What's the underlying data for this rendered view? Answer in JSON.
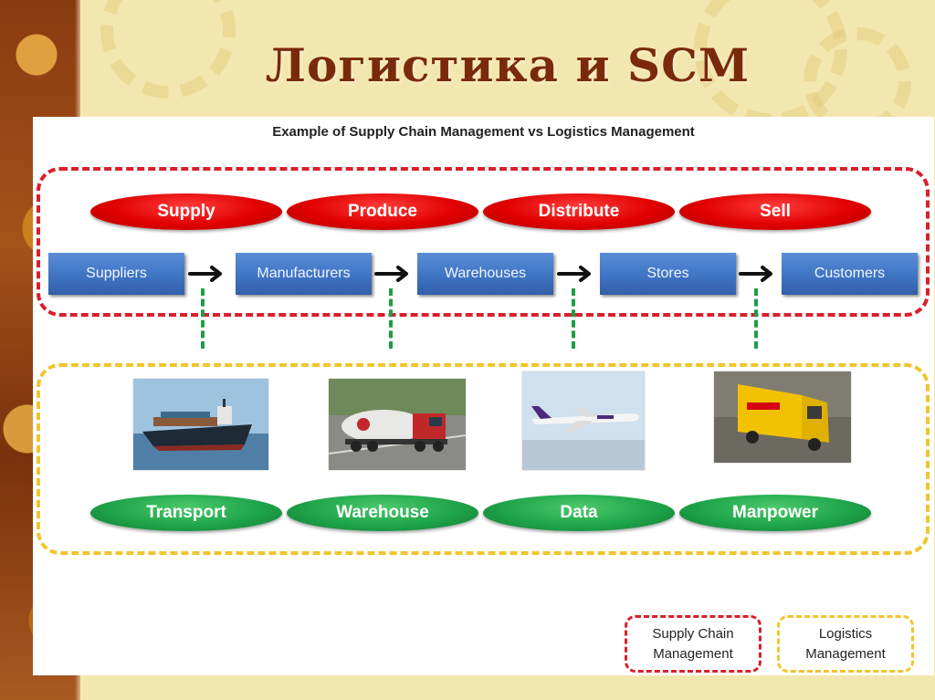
{
  "slide": {
    "title": "Логистика и SCM"
  },
  "diagram": {
    "title": "Example of Supply Chain Management vs Logistics Management",
    "processes": [
      "Supply",
      "Produce",
      "Distribute",
      "Sell"
    ],
    "stages": [
      "Suppliers",
      "Manufacturers",
      "Warehouses",
      "Stores",
      "Customers"
    ],
    "functions": [
      "Transport",
      "Warehouse",
      "Data",
      "Manpower"
    ],
    "photos": [
      "container-ship",
      "tanker-truck",
      "cargo-plane",
      "delivery-truck"
    ],
    "legend": {
      "scm_line1": "Supply Chain",
      "scm_line2": "Management",
      "log_line1": "Logistics",
      "log_line2": "Management"
    }
  },
  "colors": {
    "scm_border": "#d8202a",
    "logistics_border": "#f0c52e",
    "process_fill": "#e00000",
    "function_fill": "#1ea44a",
    "stage_fill": "#3f74c4",
    "title_color": "#7a2a0a"
  }
}
